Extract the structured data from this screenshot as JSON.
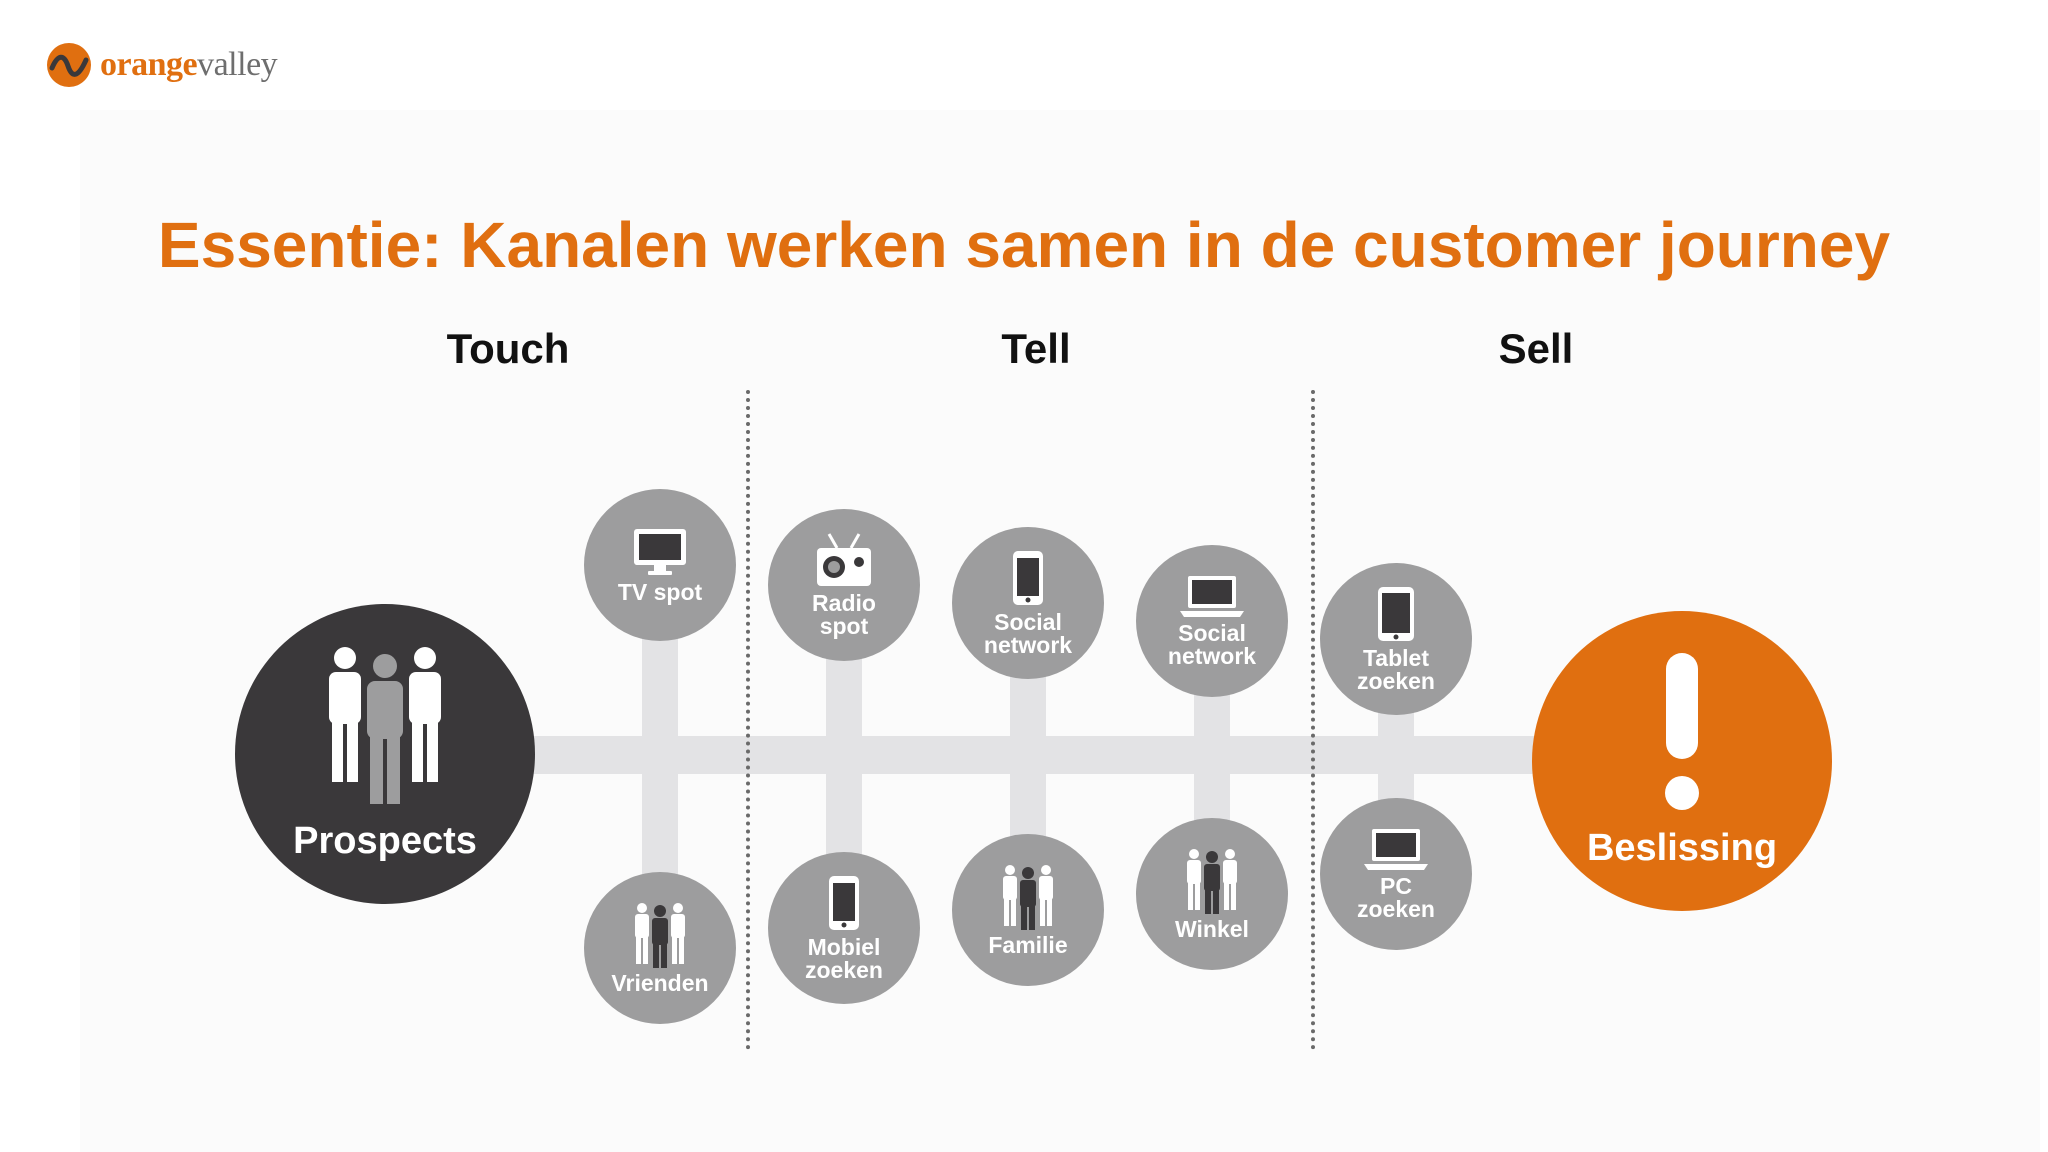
{
  "logo": {
    "part1": "orange",
    "part2": "valley"
  },
  "title": "Essentie: Kanalen werken samen in de customer journey",
  "phases": {
    "touch": "Touch",
    "tell": "Tell",
    "sell": "Sell"
  },
  "start_node": {
    "label": "Prospects",
    "icon": "people-group-icon"
  },
  "end_node": {
    "label": "Beslissing",
    "icon": "exclamation-icon"
  },
  "channels": {
    "tv_spot": {
      "label": "TV spot",
      "icon": "tv-monitor-icon"
    },
    "vrienden": {
      "label": "Vrienden",
      "icon": "people-group-icon"
    },
    "radio_spot": {
      "label": "Radio\nspot",
      "icon": "radio-icon"
    },
    "mobiel_zoeken": {
      "label": "Mobiel\nzoeken",
      "icon": "smartphone-icon"
    },
    "social_network_mobile": {
      "label": "Social\nnetwork",
      "icon": "smartphone-icon"
    },
    "familie": {
      "label": "Familie",
      "icon": "people-group-icon"
    },
    "social_network_laptop": {
      "label": "Social\nnetwork",
      "icon": "laptop-icon"
    },
    "winkel": {
      "label": "Winkel",
      "icon": "people-group-icon"
    },
    "tablet_zoeken": {
      "label": "Tablet\nzoeken",
      "icon": "tablet-icon"
    },
    "pc_zoeken": {
      "label": "PC\nzoeken",
      "icon": "laptop-icon"
    }
  },
  "colors": {
    "accent": "#e06f10",
    "node_grey": "#9d9d9e",
    "dark_node": "#3a383a",
    "connector": "#e3e3e5"
  }
}
